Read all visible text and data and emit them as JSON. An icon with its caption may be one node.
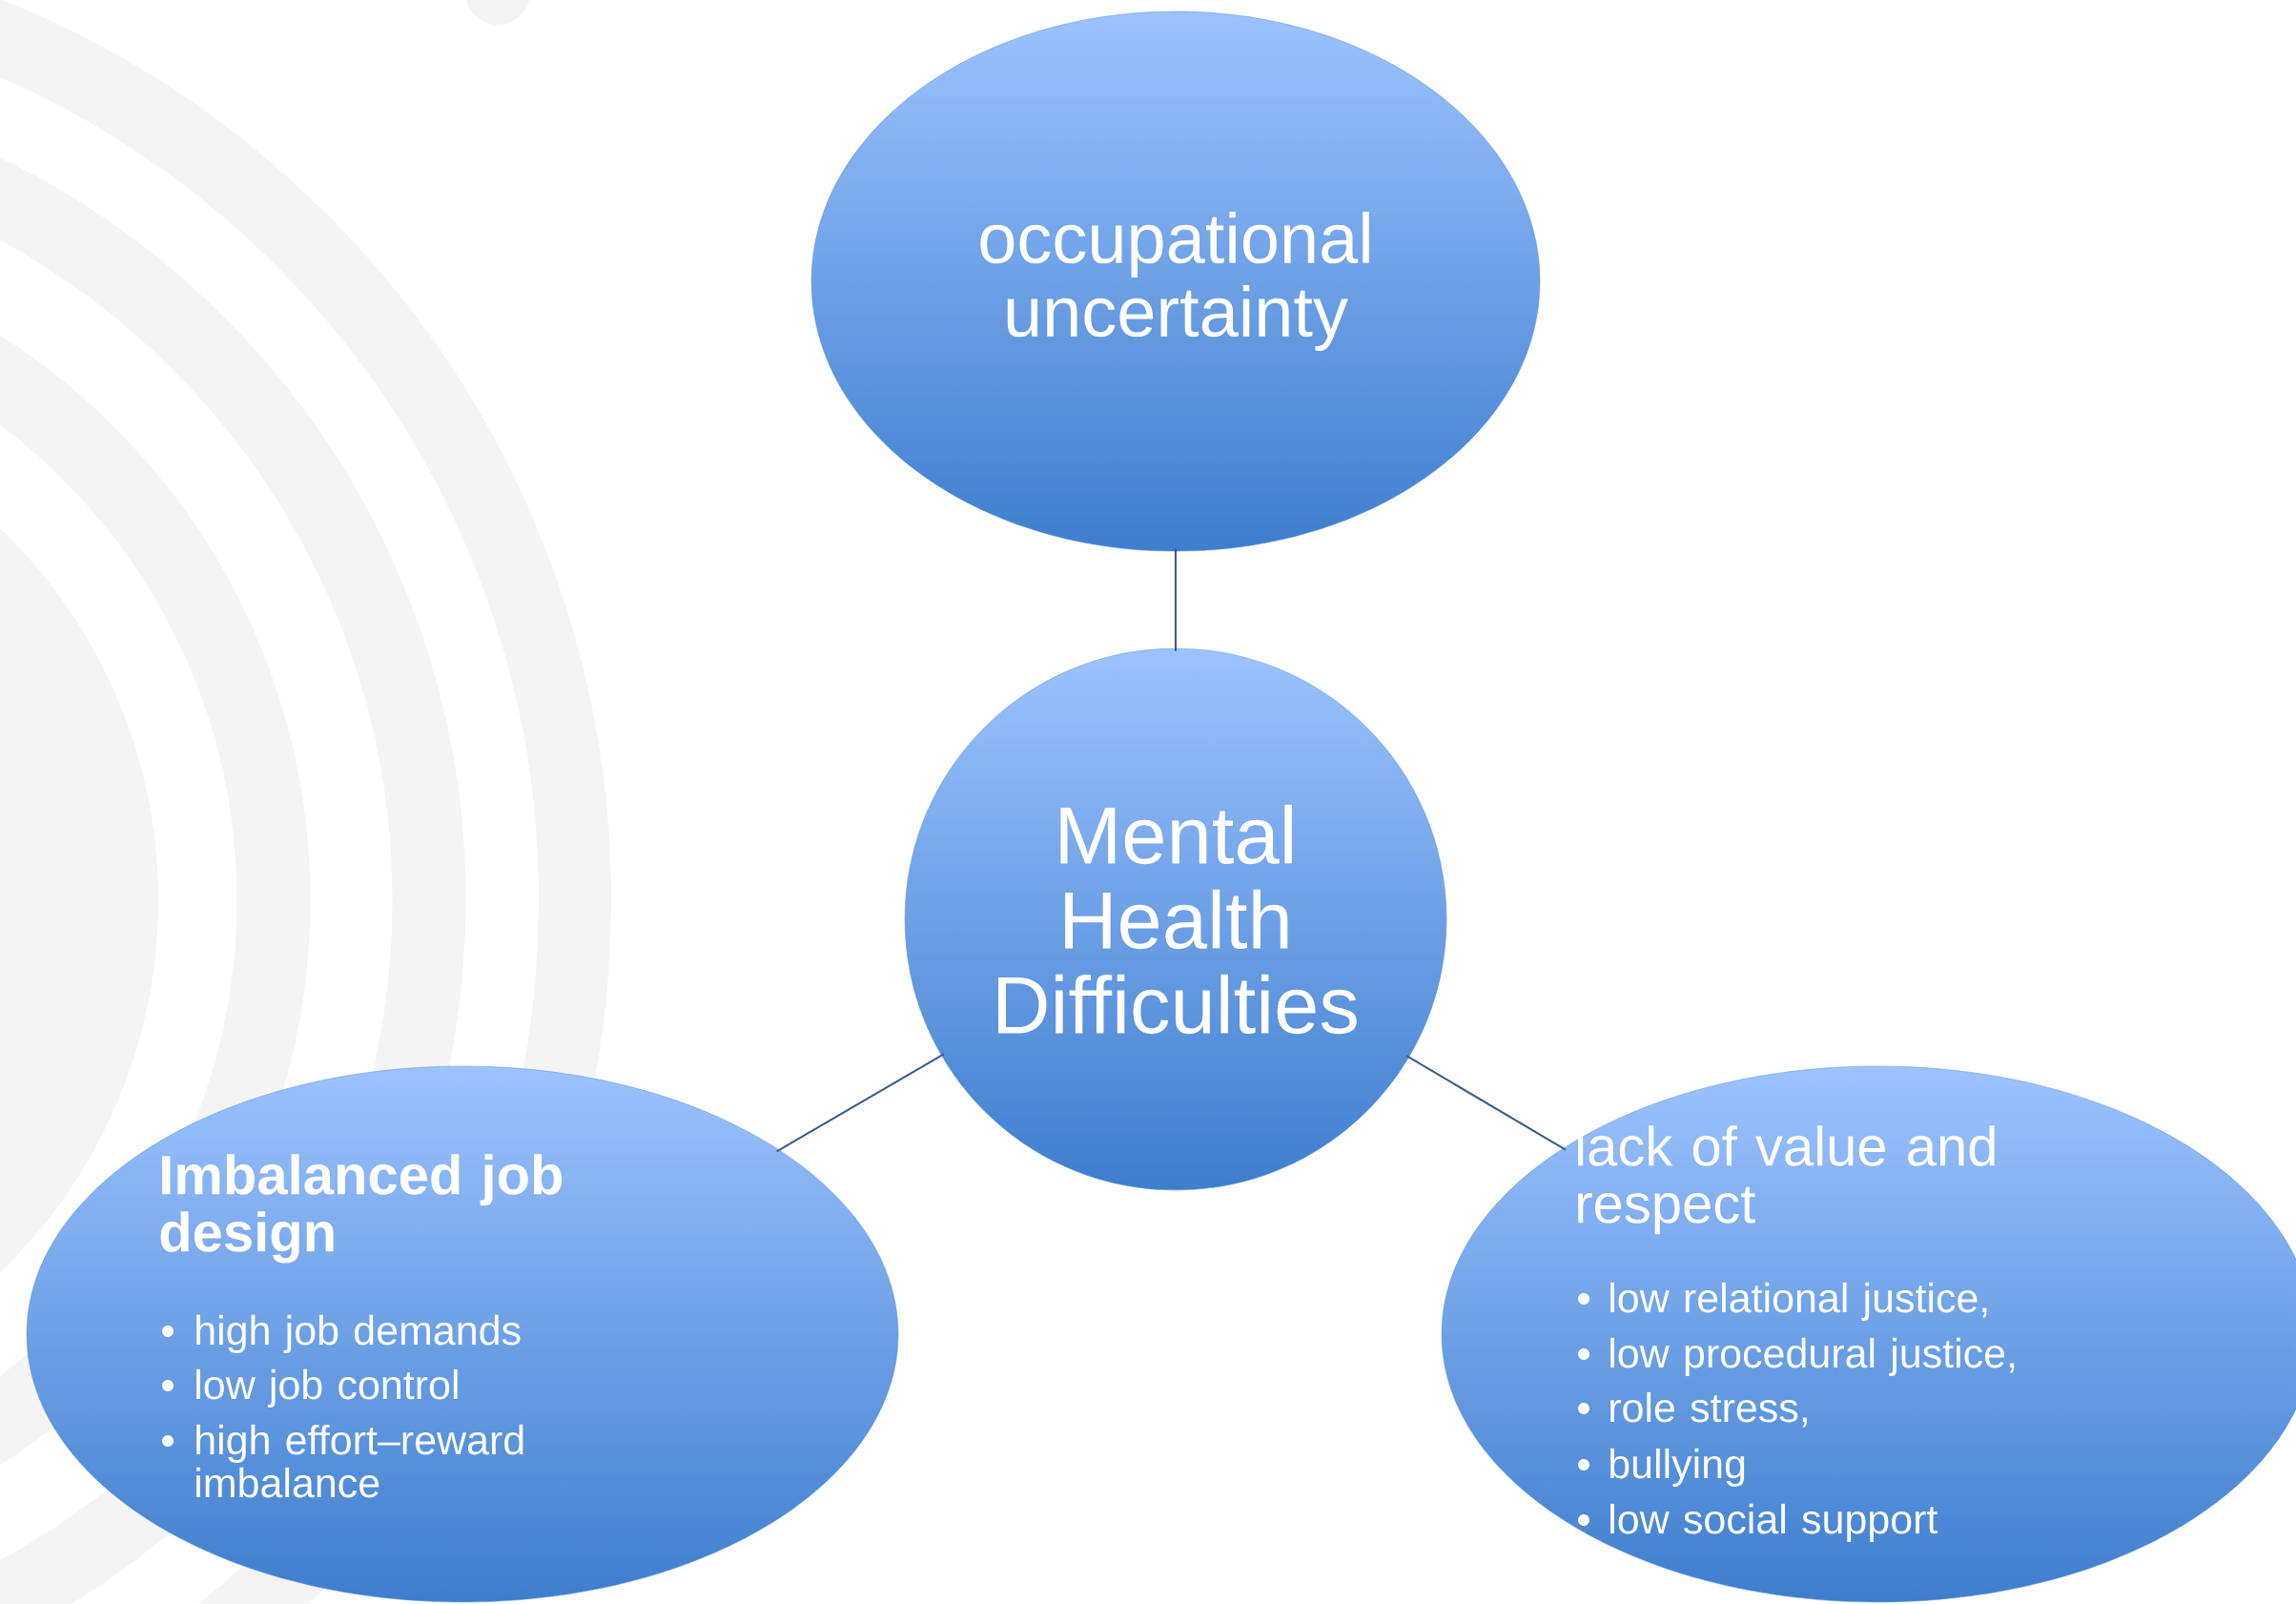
{
  "diagram": {
    "nodes": [
      {
        "text": [
          "occupational uncertainty"
        ]
      },
      {
        "text": [
          "Mental Health Difficulties"
        ]
      },
      {
        "text": [
          "Imbalanced job design",
          "high job demands",
          "low job control",
          "high effort–reward imbalance"
        ]
      },
      {
        "text": [
          "lack of value and respect",
          "low relational justice,",
          "low procedural justice,",
          "role stress,",
          "bullying",
          "low social support"
        ]
      }
    ],
    "edges": [
      {
        "from": 1,
        "to": 0,
        "arrow": "none"
      },
      {
        "from": 1,
        "to": 2,
        "arrow": "none"
      },
      {
        "from": 1,
        "to": 3,
        "arrow": "none"
      }
    ]
  }
}
